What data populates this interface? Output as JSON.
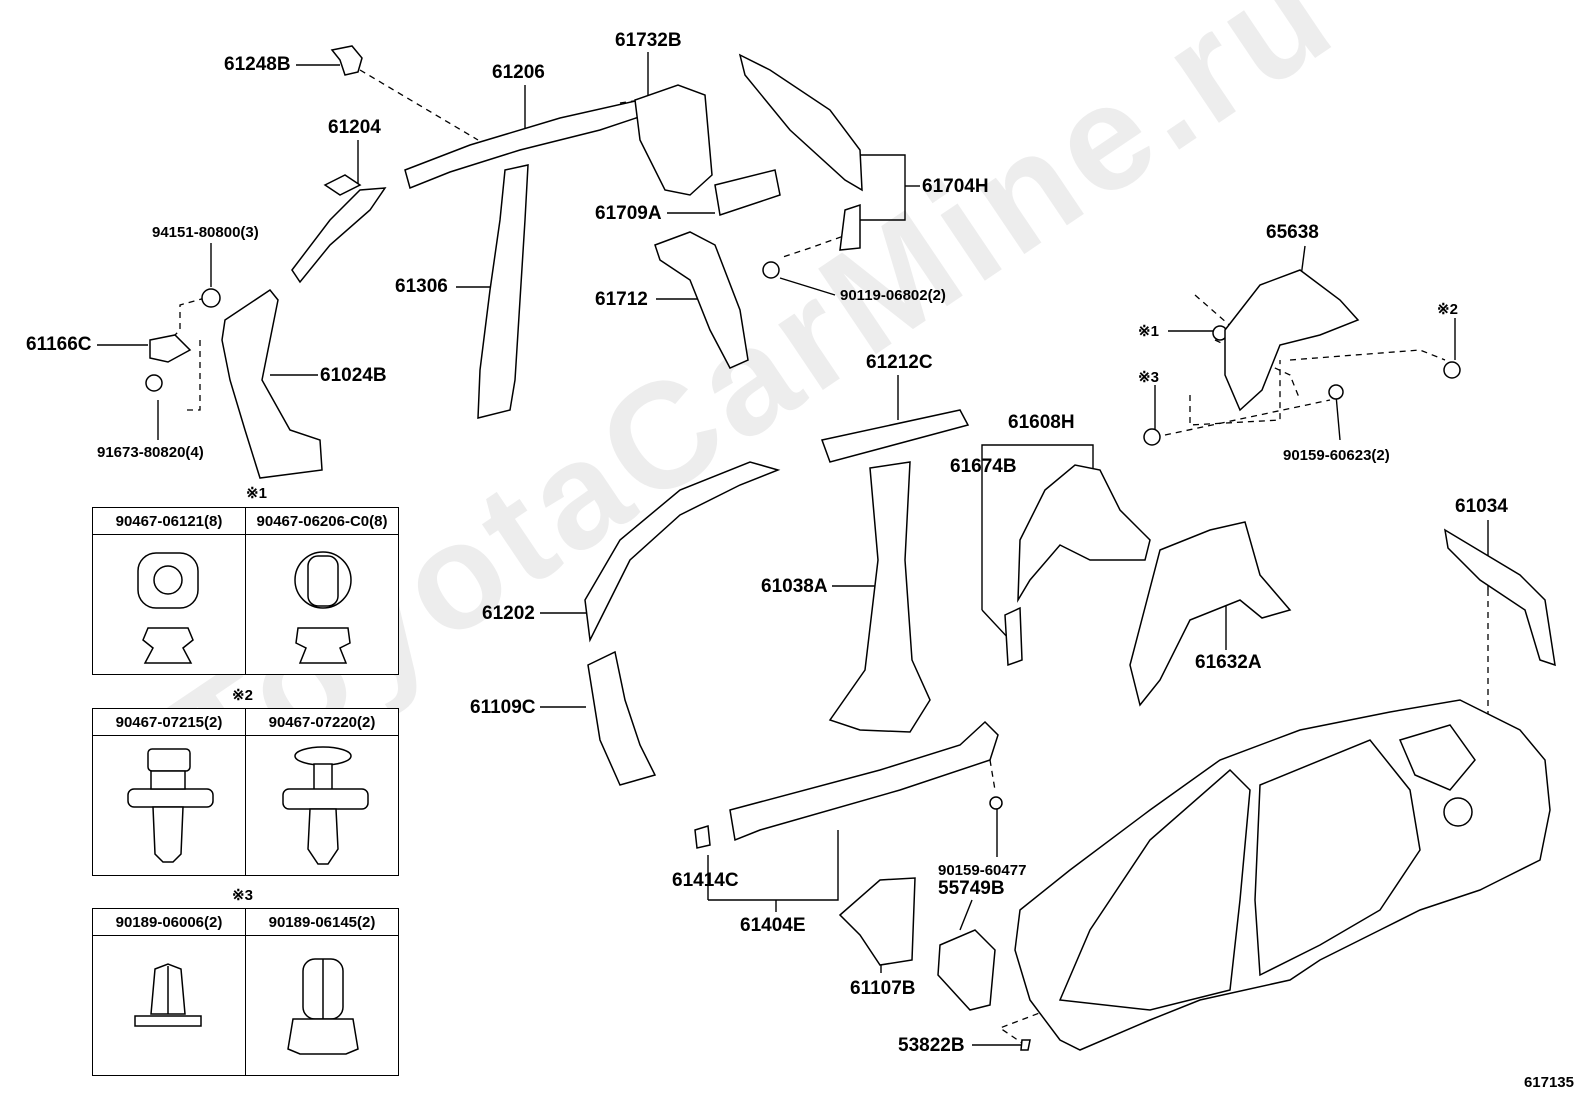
{
  "watermark": "ToyotaCarMine.ru",
  "diagram_ref": "617135",
  "labels": {
    "p61248B": "61248B",
    "p61206": "61206",
    "p61732B": "61732B",
    "p61204": "61204",
    "p61704H": "61704H",
    "p94151": "94151-80800(3)",
    "p61709A": "61709A",
    "p61306": "61306",
    "p61712": "61712",
    "p90119": "90119-06802(2)",
    "p65638": "65638",
    "p61166C": "61166C",
    "p61024B": "61024B",
    "p91673": "91673-80820(4)",
    "p61212C": "61212C",
    "p61608H": "61608H",
    "p61674B": "61674B",
    "p90159a": "90159-60623(2)",
    "p61034": "61034",
    "p61202": "61202",
    "p61038A": "61038A",
    "p61632A": "61632A",
    "p61109C": "61109C",
    "p61414C": "61414C",
    "p61404E": "61404E",
    "p90159b": "90159-60477",
    "p55749B": "55749B",
    "p61107B": "61107B",
    "p53822B": "53822B"
  },
  "marks": {
    "m1": "※1",
    "m2": "※2",
    "m3": "※3"
  },
  "clip_tables": [
    {
      "mark": "※1",
      "left": "90467-06121(8)",
      "right": "90467-06206-C0(8)"
    },
    {
      "mark": "※2",
      "left": "90467-07215(2)",
      "right": "90467-07220(2)"
    },
    {
      "mark": "※3",
      "left": "90189-06006(2)",
      "right": "90189-06145(2)"
    }
  ]
}
